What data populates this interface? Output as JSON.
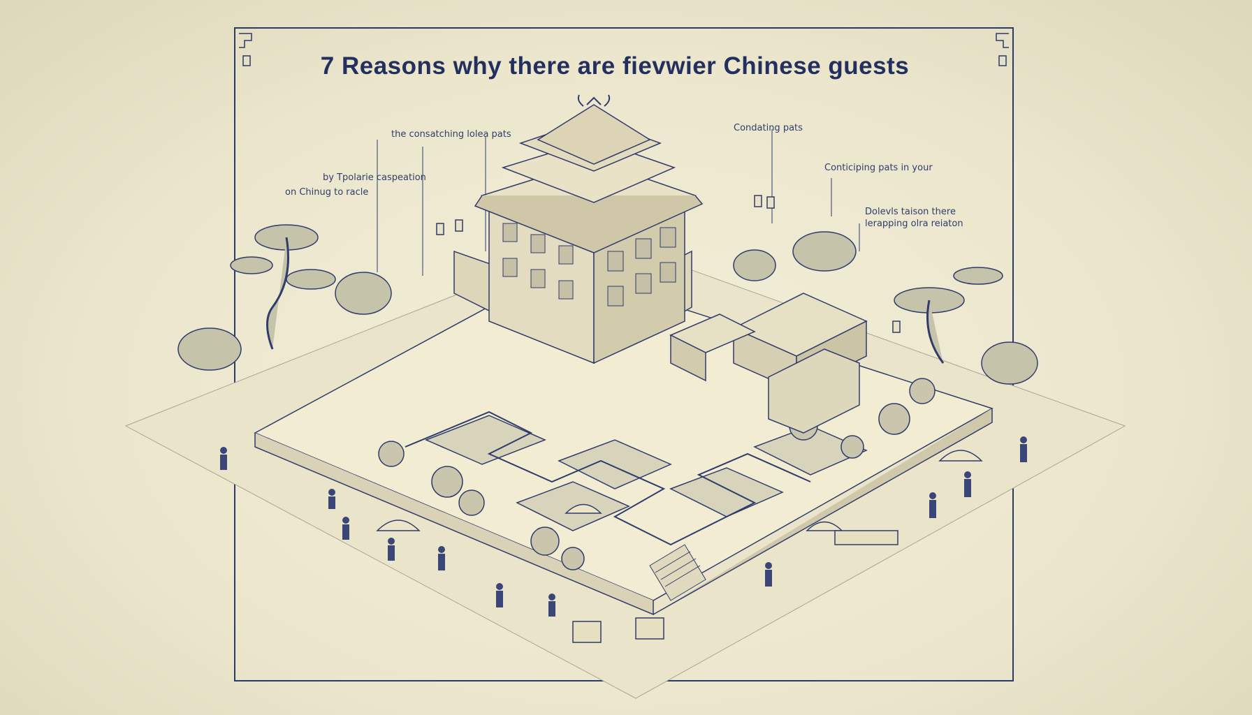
{
  "title": "7 Reasons why there  are fievwier Chinese  guests",
  "callouts": [
    "the consatching lolea pats",
    "Condating pats",
    "Conticiping pats in your",
    "by Tpolarie caspeation",
    "on Chinug to racle",
    "Dolevls taison there",
    "lerapping olra reiaton"
  ],
  "colors": {
    "ink": "#23305f",
    "paper": "#ebe7cf",
    "line": "#3a4677"
  }
}
